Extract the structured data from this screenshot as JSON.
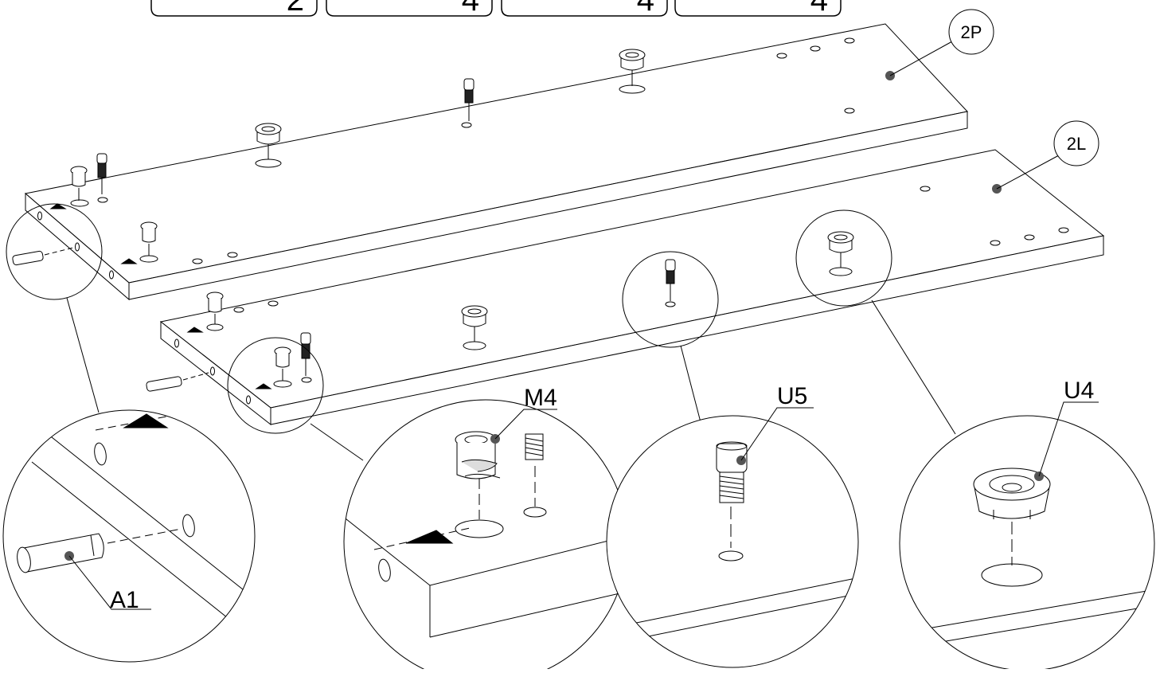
{
  "quantity_boxes": [
    {
      "quantity": "2"
    },
    {
      "quantity": "4"
    },
    {
      "quantity": "4"
    },
    {
      "quantity": "4"
    }
  ],
  "panels": [
    {
      "label": "2P"
    },
    {
      "label": "2L"
    }
  ],
  "parts": [
    {
      "label": "A1"
    },
    {
      "label": "M4"
    },
    {
      "label": "U5"
    },
    {
      "label": "U4"
    }
  ],
  "colors": {
    "line": "#000000",
    "marker": "#555555",
    "background": "#ffffff"
  }
}
